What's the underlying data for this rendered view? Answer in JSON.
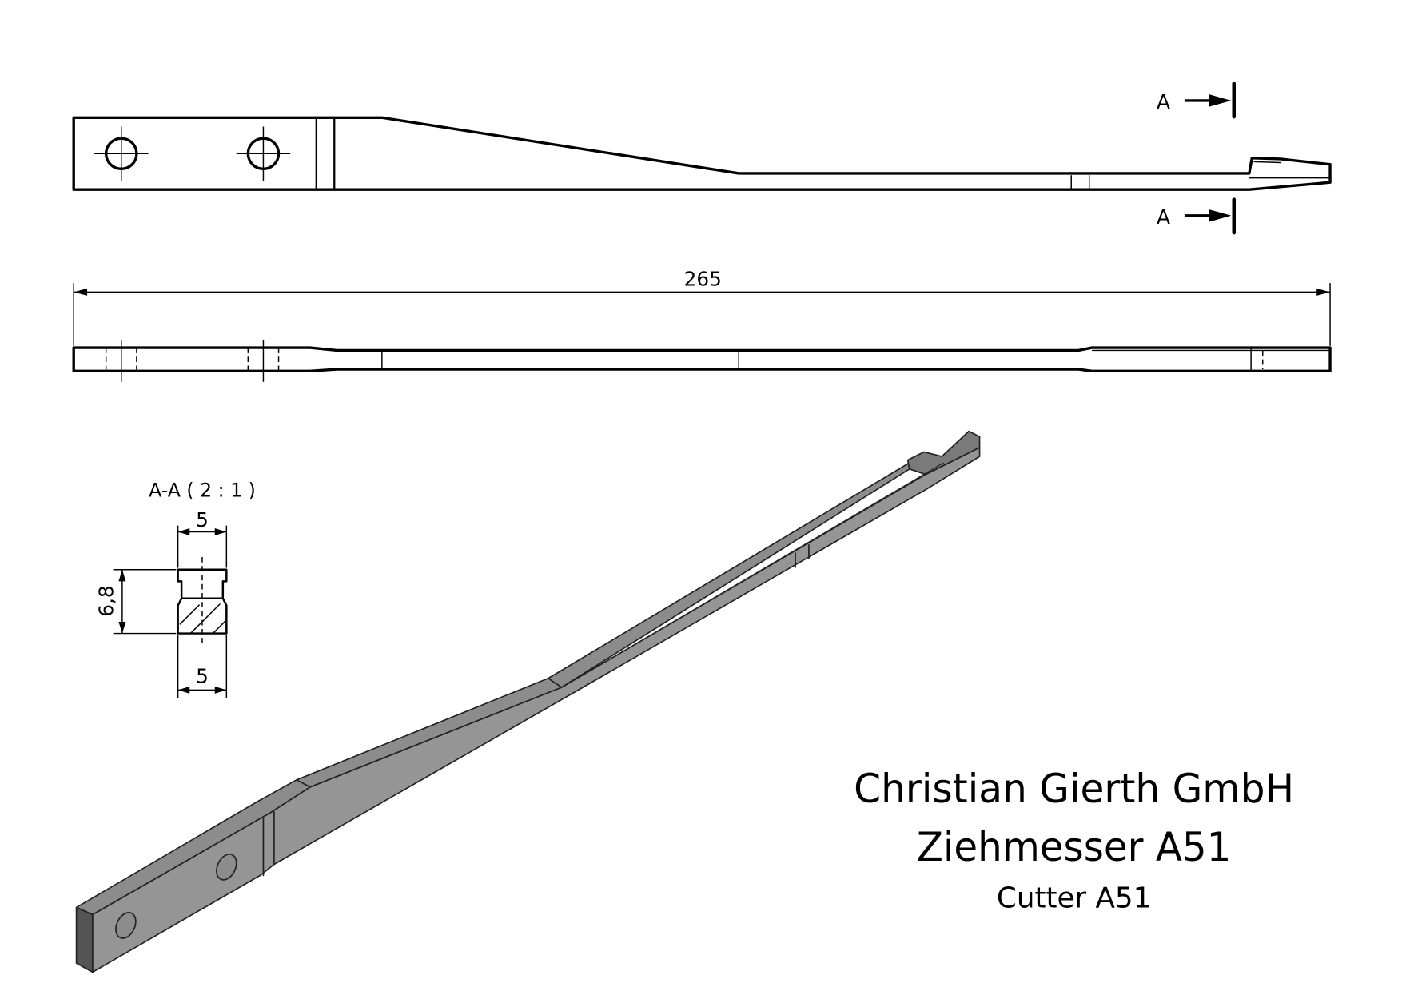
{
  "section_marks": {
    "top_label": "A",
    "bottom_label": "A"
  },
  "overall_dimension": "265",
  "section_view": {
    "title": "A-A ( 2 : 1 )",
    "width_top": "5",
    "height": "6,8",
    "width_bottom": "5"
  },
  "title_block": {
    "company": "Christian Gierth GmbH",
    "product": "Ziehmesser A51",
    "subtitle": "Cutter A51"
  },
  "colors": {
    "line": "#000000",
    "shade_top": "#8c8c8c",
    "shade_side": "#959595",
    "shade_end": "#555555"
  }
}
